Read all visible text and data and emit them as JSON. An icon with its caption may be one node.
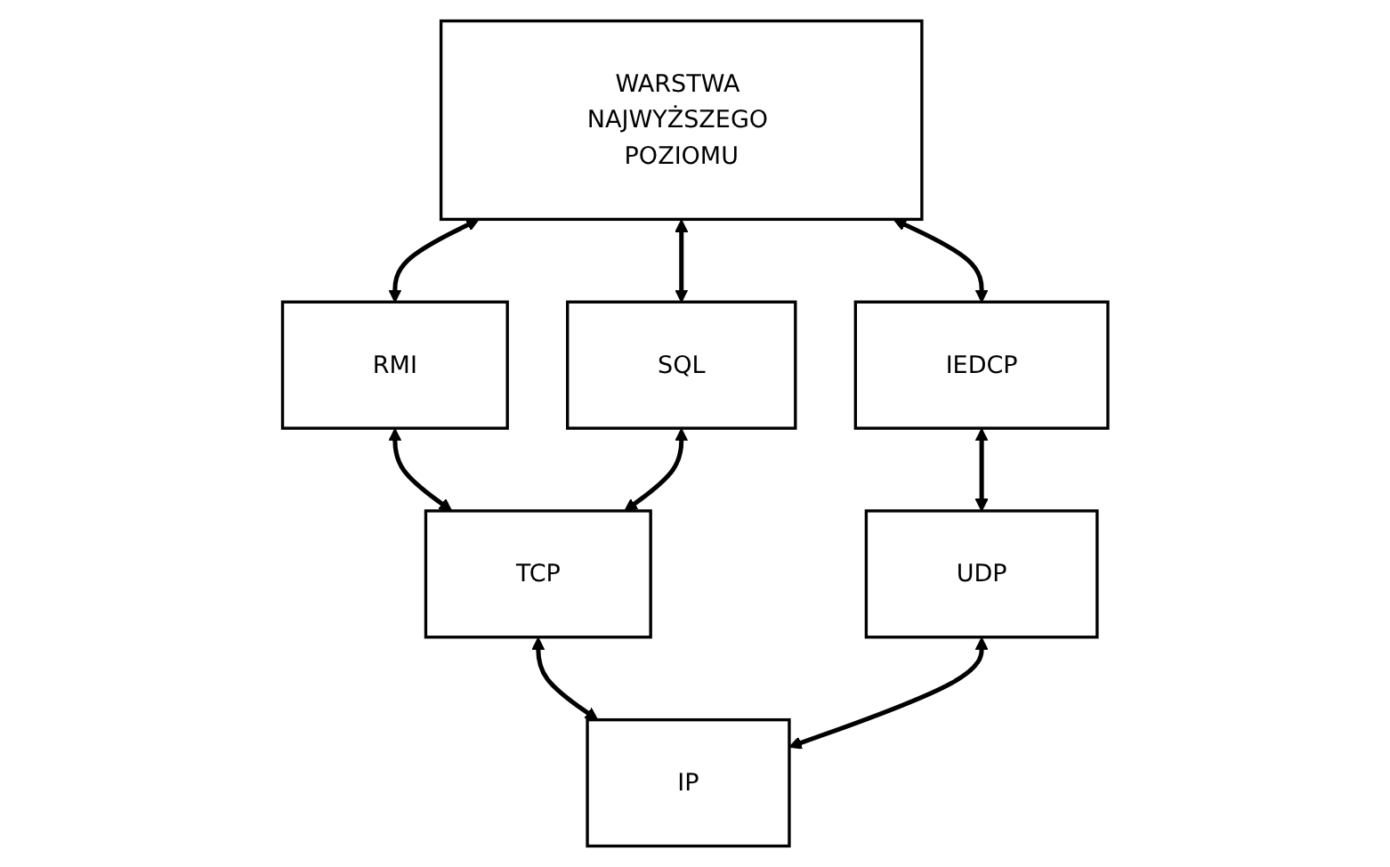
{
  "diagram": {
    "nodes": [
      {
        "text": [
          "WARSTWA NAJWYŻSZEGO POZIOMU"
        ]
      },
      {
        "text": [
          "RMI"
        ]
      },
      {
        "text": [
          "SQL"
        ]
      },
      {
        "text": [
          "IEDCP"
        ]
      },
      {
        "text": [
          "TCP"
        ]
      },
      {
        "text": [
          "UDP"
        ]
      },
      {
        "text": [
          "IP"
        ]
      }
    ],
    "edges": [
      {
        "from": 0,
        "to": 1,
        "arrow": "both"
      },
      {
        "from": 0,
        "to": 2,
        "arrow": "both"
      },
      {
        "from": 0,
        "to": 3,
        "arrow": "both"
      },
      {
        "from": 1,
        "to": 4,
        "arrow": "both"
      },
      {
        "from": 2,
        "to": 4,
        "arrow": "both"
      },
      {
        "from": 3,
        "to": 5,
        "arrow": "both"
      },
      {
        "from": 4,
        "to": 6,
        "arrow": "both"
      },
      {
        "from": 5,
        "to": 6,
        "arrow": "both"
      }
    ]
  }
}
